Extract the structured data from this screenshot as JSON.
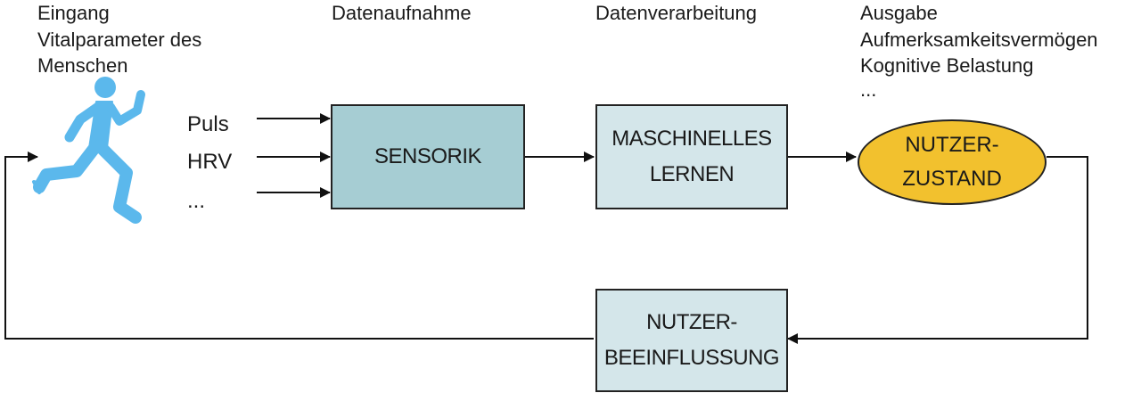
{
  "headers": {
    "input_title": "Eingang",
    "input_sub1": "Vitalparameter des",
    "input_sub2": "Menschen",
    "acquisition": "Datenaufnahme",
    "processing": "Datenverarbeitung",
    "output_title": "Ausgabe",
    "output_item1": "Aufmerksamkeitsvermögen",
    "output_item2": "Kognitive Belastung",
    "output_item3": "..."
  },
  "signals": [
    "Puls",
    "HRV",
    "..."
  ],
  "boxes": {
    "sensorik": "SENSORIK",
    "ml_line1": "MASCHINELLES",
    "ml_line2": "LERNEN",
    "state_line1": "NUTZER-",
    "state_line2": "ZUSTAND",
    "influence_line1": "NUTZER-",
    "influence_line2": "BEEINFLUSSUNG"
  },
  "colors": {
    "runner": "#5bb8ec",
    "sensorik_fill": "#a6cdd3",
    "light_box_fill": "#d4e6ea",
    "state_fill": "#f2c12e",
    "line": "#111111"
  },
  "icons": {
    "runner": "running-person-icon"
  }
}
